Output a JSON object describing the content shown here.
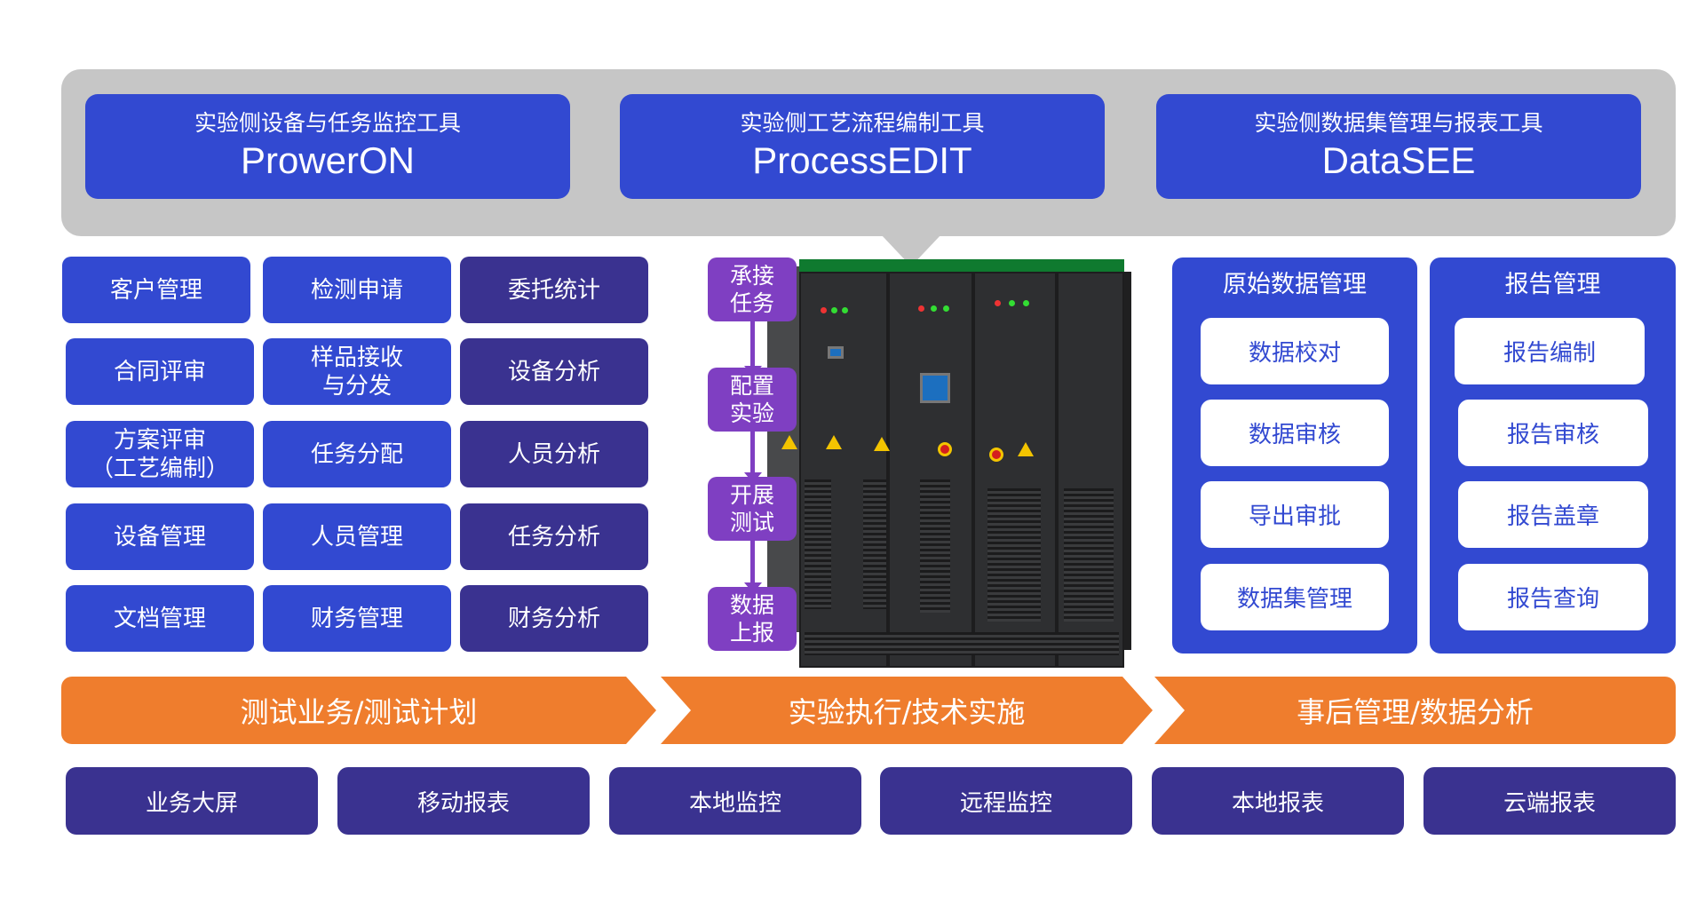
{
  "colors": {
    "accent_blue": "#3249d1",
    "deep_purple": "#3a3290",
    "step_purple": "#7f3fc2",
    "orange": "#ef7d2d",
    "band_gray": "#c6c6c6"
  },
  "tools": [
    {
      "subtitle": "实验侧设备与任务监控工具",
      "name": "ProwerON"
    },
    {
      "subtitle": "实验侧工艺流程编制工具",
      "name": "ProcessEDIT"
    },
    {
      "subtitle": "实验侧数据集管理与报表工具",
      "name": "DataSEE"
    }
  ],
  "business_grid": [
    [
      "客户管理",
      "检测申请",
      "委托统计"
    ],
    [
      "合同评审",
      "样品接收\n与分发",
      "设备分析"
    ],
    [
      "方案评审\n（工艺编制）",
      "任务分配",
      "人员分析"
    ],
    [
      "设备管理",
      "人员管理",
      "任务分析"
    ],
    [
      "文档管理",
      "财务管理",
      "财务分析"
    ]
  ],
  "process_steps": [
    "承接\n任务",
    "配置\n实验",
    "开展\n测试",
    "数据\n上报"
  ],
  "machine": {
    "image": "power-cabinet-icon"
  },
  "data_panel": {
    "title": "原始数据管理",
    "items": [
      "数据校对",
      "数据审核",
      "导出审批",
      "数据集管理"
    ]
  },
  "report_panel": {
    "title": "报告管理",
    "items": [
      "报告编制",
      "报告审核",
      "报告盖章",
      "报告查询"
    ]
  },
  "phases": [
    "测试业务/测试计划",
    "实验执行/技术实施",
    "事后管理/数据分析"
  ],
  "outputs": [
    "业务大屏",
    "移动报表",
    "本地监控",
    "远程监控",
    "本地报表",
    "云端报表"
  ]
}
